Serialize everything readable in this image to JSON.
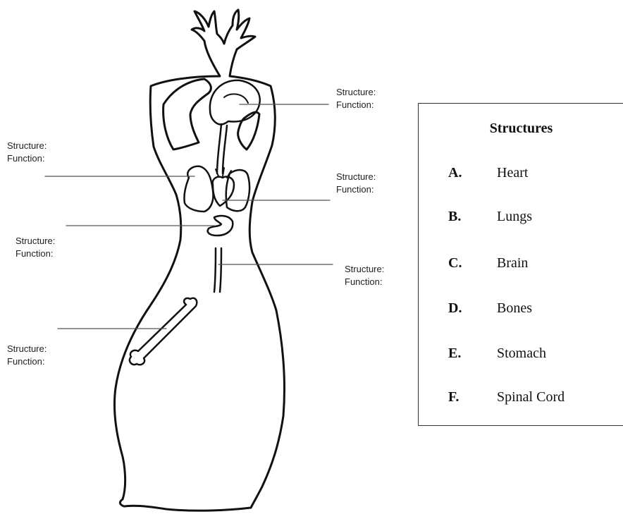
{
  "labels": [
    {
      "structure": "Structure:",
      "function": "Function:"
    },
    {
      "structure": "Structure:",
      "function": "Function:"
    },
    {
      "structure": "Structure:",
      "function": "Function:"
    },
    {
      "structure": "Structure:",
      "function": "Function:"
    },
    {
      "structure": "Structure:",
      "function": "Function:"
    },
    {
      "structure": "Structure:",
      "function": "Function:"
    }
  ],
  "legend": {
    "title": "Structures",
    "items": [
      {
        "letter": "A.",
        "name": "Heart"
      },
      {
        "letter": "B.",
        "name": "Lungs"
      },
      {
        "letter": "C.",
        "name": "Brain"
      },
      {
        "letter": "D.",
        "name": "Bones"
      },
      {
        "letter": "E.",
        "name": "Stomach"
      },
      {
        "letter": "F.",
        "name": "Spinal Cord"
      }
    ]
  }
}
